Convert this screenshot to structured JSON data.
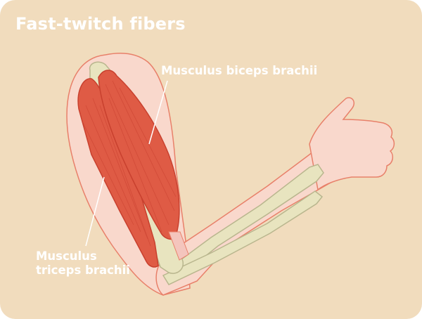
{
  "title": "Fast-twitch fibers",
  "labels": {
    "biceps": "Musculus biceps brachii",
    "triceps_line1": "Musculus",
    "triceps_line2": "triceps brachii"
  },
  "colors": {
    "background": "#f1dcbd",
    "skin": "#f9d8cc",
    "skin_outline": "#e8806a",
    "muscle": "#df5b45",
    "muscle_dark": "#c8402e",
    "bone": "#e8e4bf",
    "bone_outline": "#b9b68e",
    "tendon": "#f4c5bd",
    "text": "#ffffff"
  }
}
